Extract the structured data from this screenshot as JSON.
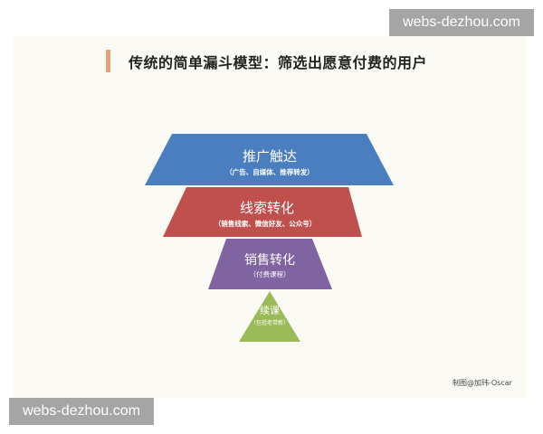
{
  "title": "传统的简单漏斗模型：筛选出愿意付费的用户",
  "credit": "制图@加玮-Oscar",
  "watermarks": [
    "webs-dezhou.com",
    "webs-dezhou.com"
  ],
  "funnel": [
    {
      "label": "推广触达",
      "sub": "（广告、自媒体、推荐转发）",
      "color": "#4a7ebf"
    },
    {
      "label": "线索转化",
      "sub": "（销售线索、微信好友、公众号）",
      "color": "#c0504d"
    },
    {
      "label": "销售转化",
      "sub": "（付费课程）",
      "color": "#8064a2"
    },
    {
      "label": "续课",
      "sub": "（包括老带新）",
      "color": "#9bbb59"
    }
  ]
}
